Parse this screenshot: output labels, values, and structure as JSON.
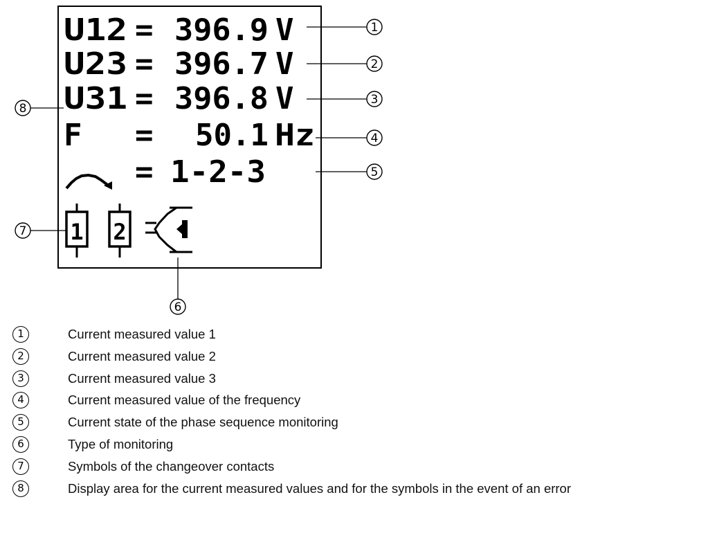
{
  "display": {
    "rows": [
      {
        "symbol": "U12",
        "eq": "=",
        "value": "396.9",
        "unit": "V"
      },
      {
        "symbol": "U23",
        "eq": "=",
        "value": "396.7",
        "unit": "V"
      },
      {
        "symbol": "U31",
        "eq": "=",
        "value": "396.8",
        "unit": "V"
      },
      {
        "symbol": "F",
        "eq": "=",
        "value": "50.1",
        "unit": "Hz"
      },
      {
        "symbol": "",
        "eq": "=",
        "value": "1-2-3",
        "unit": ""
      }
    ],
    "contact_labels": [
      "1",
      "2"
    ]
  },
  "callouts": [
    "1",
    "2",
    "3",
    "4",
    "5",
    "6",
    "7",
    "8"
  ],
  "legend": [
    {
      "num": "1",
      "text": "Current measured value 1"
    },
    {
      "num": "2",
      "text": "Current measured value 2"
    },
    {
      "num": "3",
      "text": "Current measured value 3"
    },
    {
      "num": "4",
      "text": "Current measured value of the frequency"
    },
    {
      "num": "5",
      "text": "Current state of the phase sequence monitoring"
    },
    {
      "num": "6",
      "text": "Type of monitoring"
    },
    {
      "num": "7",
      "text": "Symbols of the changeover contacts"
    },
    {
      "num": "8",
      "text": "Display area for the current measured values and for the symbols in the event of an error"
    }
  ]
}
